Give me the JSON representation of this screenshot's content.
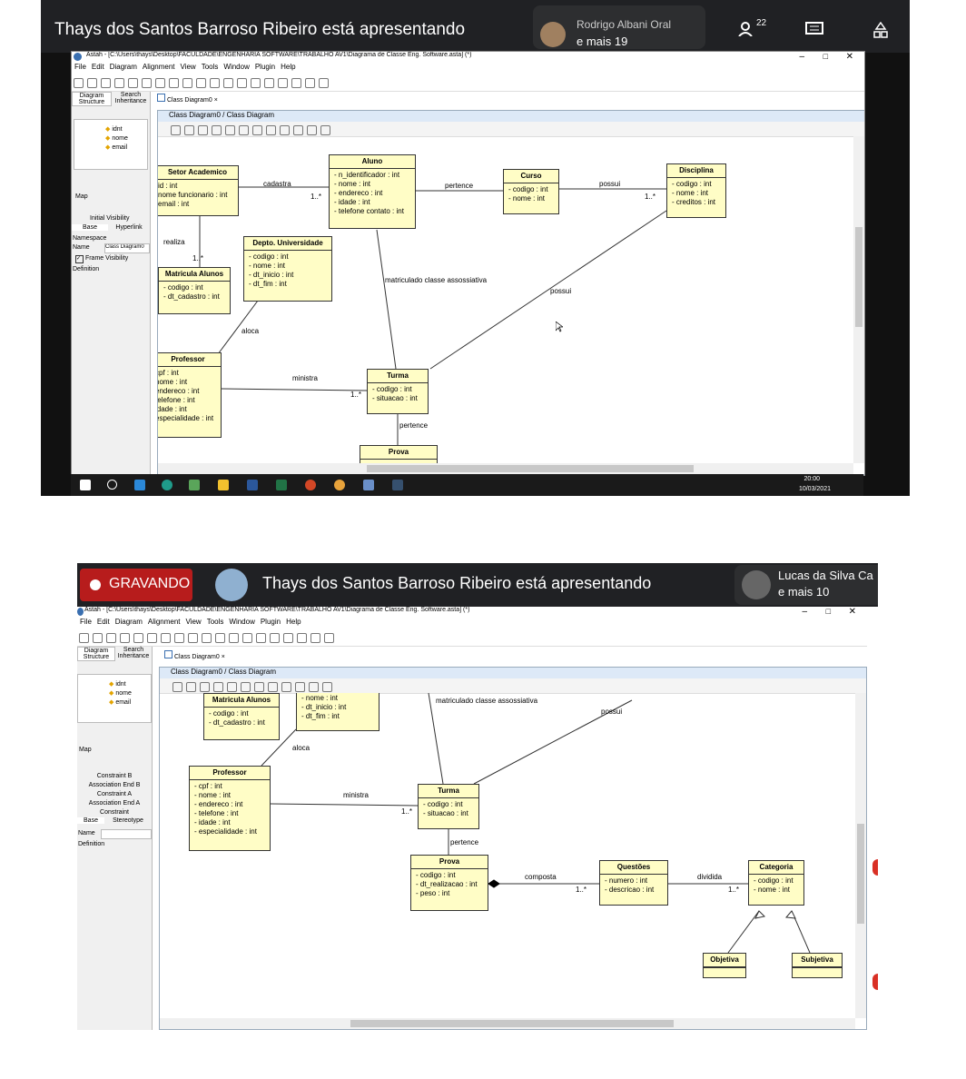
{
  "top_panel": {
    "presenter_text": "Thays dos Santos Barroso Ribeiro está apresentando",
    "participant_name": "Rodrigo Albani Oral",
    "participant_more": "e mais 19",
    "participant_count": "22",
    "app_title": "Astah - [C:\\Users\\thays\\Desktop\\FACULDADE\\ENGENHARIA SOFTWARE\\TRABALHO AV1\\Diagrama de Classe Eng. Software.asta] (*)",
    "menu": [
      "File",
      "Edit",
      "Diagram",
      "Alignment",
      "View",
      "Tools",
      "Window",
      "Plugin",
      "Help"
    ],
    "left_tabs": [
      "Diagram Structure",
      "Search Inheritance"
    ],
    "tree_items": [
      "idnt",
      "nome",
      "email"
    ],
    "map_label": "Map",
    "props_tabs": [
      "Base",
      "Hyperlink"
    ],
    "props_title": "Initial Visibility",
    "props_rows": [
      [
        "Namespace",
        ""
      ],
      [
        "Name",
        "Class Diagram0"
      ]
    ],
    "frame_visibility": "Frame Visibility",
    "definition": "Definition",
    "doc_tab": "Class Diagram0",
    "canvas_title": "Class Diagram0 / Class Diagram",
    "clock_time": "20:00",
    "clock_date": "10/03/2021",
    "classes": {
      "setor": {
        "name": "Setor Academico",
        "attrs": [
          "id : int",
          "nome funcionario : int",
          "email : int"
        ]
      },
      "aluno": {
        "name": "Aluno",
        "attrs": [
          "- n_identificador : int",
          "- nome : int",
          "- endereco : int",
          "- idade : int",
          "- telefone contato : int"
        ]
      },
      "curso": {
        "name": "Curso",
        "attrs": [
          "- codigo : int",
          "- nome : int"
        ]
      },
      "disciplina": {
        "name": "Disciplina",
        "attrs": [
          "- codigo : int",
          "- nome : int",
          "- creditos : int"
        ]
      },
      "depto": {
        "name": "Depto. Universidade",
        "attrs": [
          "- codigo : int",
          "- nome : int",
          "- dt_inicio : int",
          "- dt_fim : int"
        ]
      },
      "matricula": {
        "name": "Matricula Alunos",
        "attrs": [
          "- codigo : int",
          "- dt_cadastro : int"
        ]
      },
      "professor": {
        "name": "Professor",
        "attrs": [
          "cpf : int",
          "nome : int",
          "endereco : int",
          "telefone : int",
          "idade : int",
          "especialidade : int"
        ]
      },
      "turma": {
        "name": "Turma",
        "attrs": [
          "- codigo : int",
          "- situacao : int"
        ]
      },
      "prova": {
        "name": "Prova"
      }
    },
    "labels": {
      "cadastra": "cadastra",
      "pertence1": "pertence",
      "possui1": "possui",
      "realiza": "realiza",
      "matriculado": "matriculado classe assossiativa",
      "possui2": "possui",
      "aloca": "aloca",
      "ministra": "ministra",
      "pertence2": "pertence",
      "m1": "1..*",
      "m2": "1..*",
      "m3": "1..*",
      "m4": "1..*"
    }
  },
  "bottom_panel": {
    "recording": "GRAVANDO",
    "presenter_text": "Thays dos Santos Barroso Ribeiro está apresentando",
    "participant_name": "Lucas da Silva Ca",
    "participant_more": "e mais 10",
    "app_title": "Astah - [C:\\Users\\thays\\Desktop\\FACULDADE\\ENGENHARIA SOFTWARE\\TRABALHO AV1\\Diagrama de Classe Eng. Software.asta] (*)",
    "menu": [
      "File",
      "Edit",
      "Diagram",
      "Alignment",
      "View",
      "Tools",
      "Window",
      "Plugin",
      "Help"
    ],
    "left_tabs": [
      "Diagram Structure",
      "Search Inheritance"
    ],
    "tree_items": [
      "idnt",
      "nome",
      "email"
    ],
    "map_label": "Map",
    "props_list": [
      "Constraint B",
      "Association End B",
      "Constraint A",
      "Association End A",
      "Constraint"
    ],
    "props_tabs": [
      "Base",
      "Stereotype"
    ],
    "props_rows": [
      [
        "Name",
        ""
      ],
      [
        "Definition",
        ""
      ]
    ],
    "doc_tab": "Class Diagram0",
    "canvas_title": "Class Diagram0 / Class Diagram",
    "classes": {
      "depto_top": {
        "attrs": [
          "- nome : int",
          "- dt_inicio : int",
          "- dt_fim : int"
        ]
      },
      "matricula": {
        "name": "Matricula Alunos",
        "attrs": [
          "- codigo : int",
          "- dt_cadastro : int"
        ]
      },
      "professor": {
        "name": "Professor",
        "attrs": [
          "- cpf : int",
          "- nome : int",
          "- endereco : int",
          "- telefone : int",
          "- idade : int",
          "- especialidade : int"
        ]
      },
      "turma": {
        "name": "Turma",
        "attrs": [
          "- codigo : int",
          "- situacao : int"
        ]
      },
      "prova": {
        "name": "Prova",
        "attrs": [
          "- codigo : int",
          "- dt_realizacao : int",
          "- peso : int"
        ]
      },
      "questoes": {
        "name": "Questões",
        "attrs": [
          "- numero : int",
          "- descricao : int"
        ]
      },
      "categoria": {
        "name": "Categoria",
        "attrs": [
          "- codigo : int",
          "- nome : int"
        ]
      },
      "objetiva": {
        "name": "Objetiva"
      },
      "subjetiva": {
        "name": "Subjetiva"
      }
    },
    "labels": {
      "matriculado": "matriculado classe assossiativa",
      "possui": "possui",
      "aloca": "aloca",
      "ministra": "ministra",
      "pertence": "pertence",
      "composta": "composta",
      "dividida": "dividida",
      "m1": "1..*",
      "m2": "1..*",
      "m3": "1..*"
    }
  }
}
